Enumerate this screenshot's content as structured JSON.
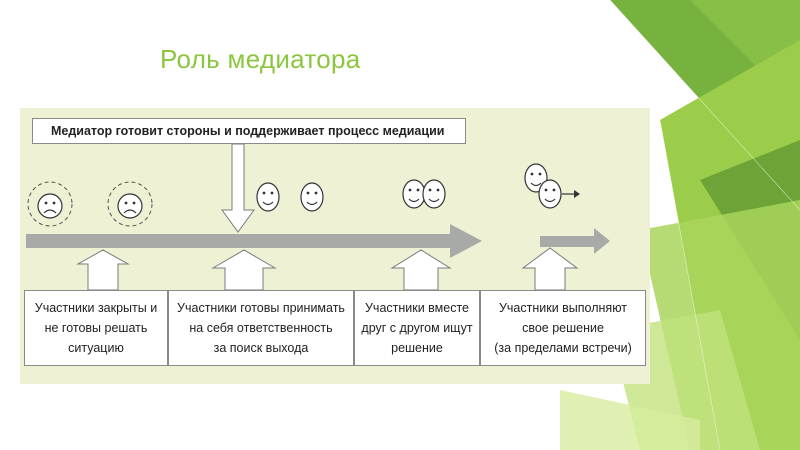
{
  "slide": {
    "title": "Роль медиатора"
  },
  "diagram": {
    "mediator_text": "Медиатор готовит стороны и поддерживает процесс медиации",
    "stages": [
      {
        "text": "Участники закрыты и\nне готовы решать\nситуацию",
        "faces": "sad"
      },
      {
        "text": "Участники готовы принимать\nна себя ответственность\nза поиск выхода",
        "faces": "neutral"
      },
      {
        "text": "Участники вместе\nдруг с другом ищут\nрешение",
        "faces": "together"
      },
      {
        "text": "Участники выполняют\nсвое решение\n(за пределами встречи)",
        "faces": "leaving"
      }
    ]
  },
  "colors": {
    "title": "#8cc63f",
    "diagram_bg": "#eff1d5",
    "arrow": "#a7aaa6",
    "green_dark": "#6fa83a",
    "green_light": "#9fcf4d"
  }
}
